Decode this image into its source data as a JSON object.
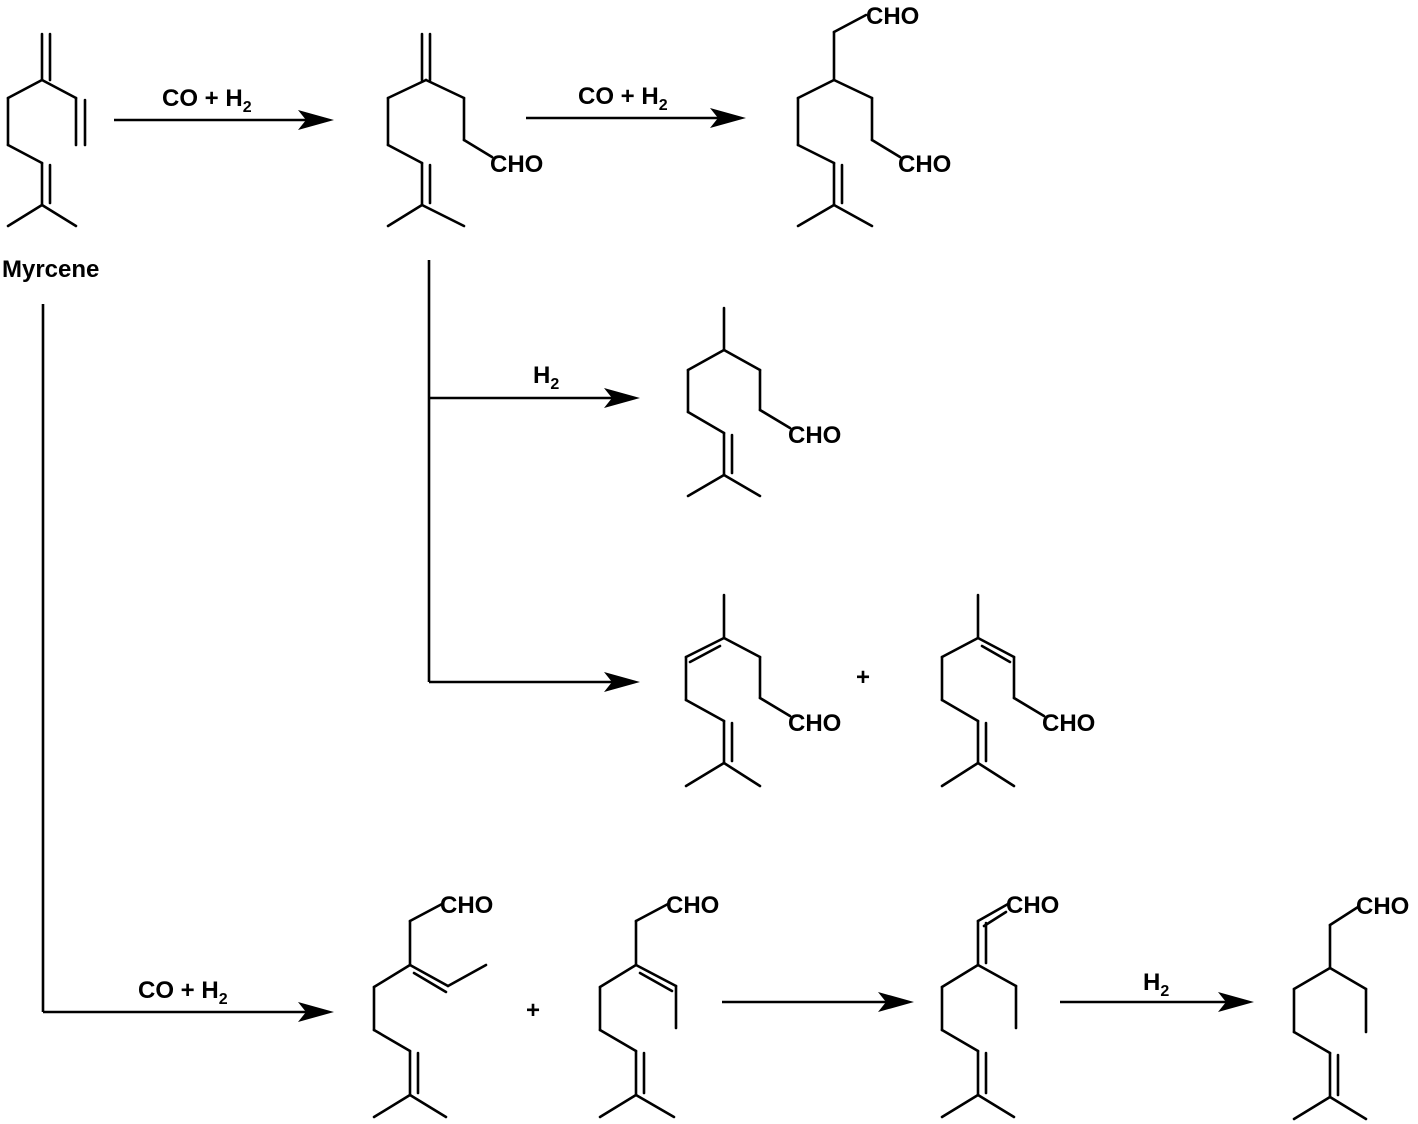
{
  "compound_name": "Myrcene",
  "groups": {
    "aldehyde": "CHO"
  },
  "conditions": {
    "syngas": {
      "main": "CO + H",
      "sub": "2"
    },
    "hydrogen": {
      "main": "H",
      "sub": "2"
    }
  },
  "plus_sign": "+"
}
